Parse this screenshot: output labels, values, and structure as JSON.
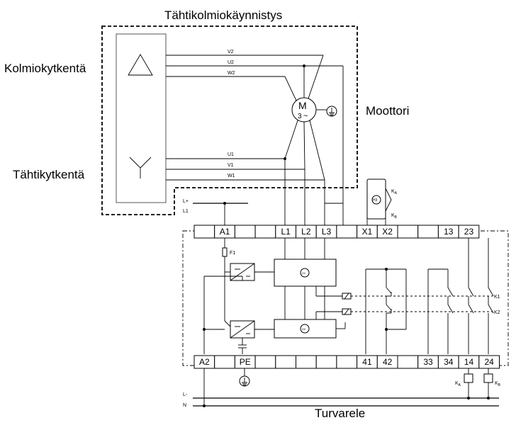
{
  "title_top": "Tähtikolmiokäynnistys",
  "label_delta": "Kolmiokytkentä",
  "label_star": "Tähtikytkentä",
  "label_motor": "Moottori",
  "label_relay": "Turvarele",
  "motor": {
    "symbol_m": "M",
    "symbol_3": "3",
    "symbol_tilde": "~"
  },
  "delta_wires": [
    "V2",
    "U2",
    "W2"
  ],
  "star_wires": [
    "U1",
    "V1",
    "W1"
  ],
  "supply": {
    "l_plus": "L+",
    "l1": "L1",
    "l_minus": "L-",
    "n": "N"
  },
  "fuse": "F1",
  "h3": "H3",
  "ka": "K",
  "ka_sub": "A",
  "kb": "K",
  "kb_sub": "B",
  "h1": "H1",
  "h2": "H2",
  "k1": "K1",
  "k2": "K2",
  "top_terminals": [
    "",
    "A1",
    "",
    "",
    "L1",
    "L2",
    "L3",
    "",
    "X1",
    "X2",
    "",
    "",
    "13",
    "23"
  ],
  "bottom_terminals": [
    "A2",
    "",
    "PE",
    "",
    "",
    "",
    "",
    "",
    "41",
    "42",
    "",
    "33",
    "34",
    "14",
    "24"
  ],
  "relay_coils": [
    "K",
    "K"
  ],
  "relay_coil_subs": [
    "A",
    "B"
  ]
}
